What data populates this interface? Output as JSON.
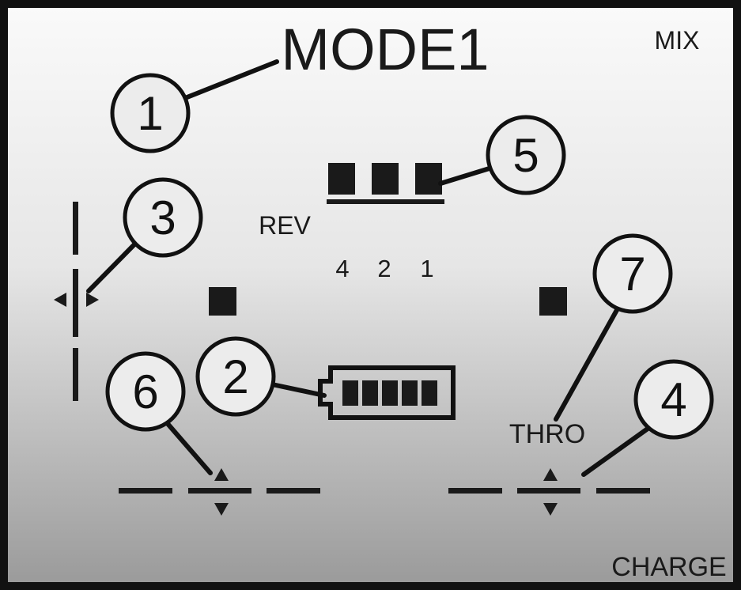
{
  "display": {
    "mode_label": "MODE1",
    "mix_label": "MIX",
    "rev_label": "REV",
    "channel_labels": [
      "4",
      "2",
      "1"
    ],
    "throttle_label": "THRO",
    "charge_label": "CHARGE"
  },
  "callouts": [
    {
      "number": "1",
      "target": "mode-label"
    },
    {
      "number": "2",
      "target": "battery-indicator"
    },
    {
      "number": "3",
      "target": "left-horizontal-trim"
    },
    {
      "number": "4",
      "target": "right-vertical-trim"
    },
    {
      "number": "5",
      "target": "reverse-indicators"
    },
    {
      "number": "6",
      "target": "left-vertical-trim"
    },
    {
      "number": "7",
      "target": "throttle-label"
    }
  ],
  "battery": {
    "segments_filled": 5,
    "segments_total": 5
  },
  "colors": {
    "frame": "#111111",
    "gradient_top": "#fafafa",
    "gradient_bottom": "#9a9a9a",
    "segment": "#1a1a1a"
  }
}
